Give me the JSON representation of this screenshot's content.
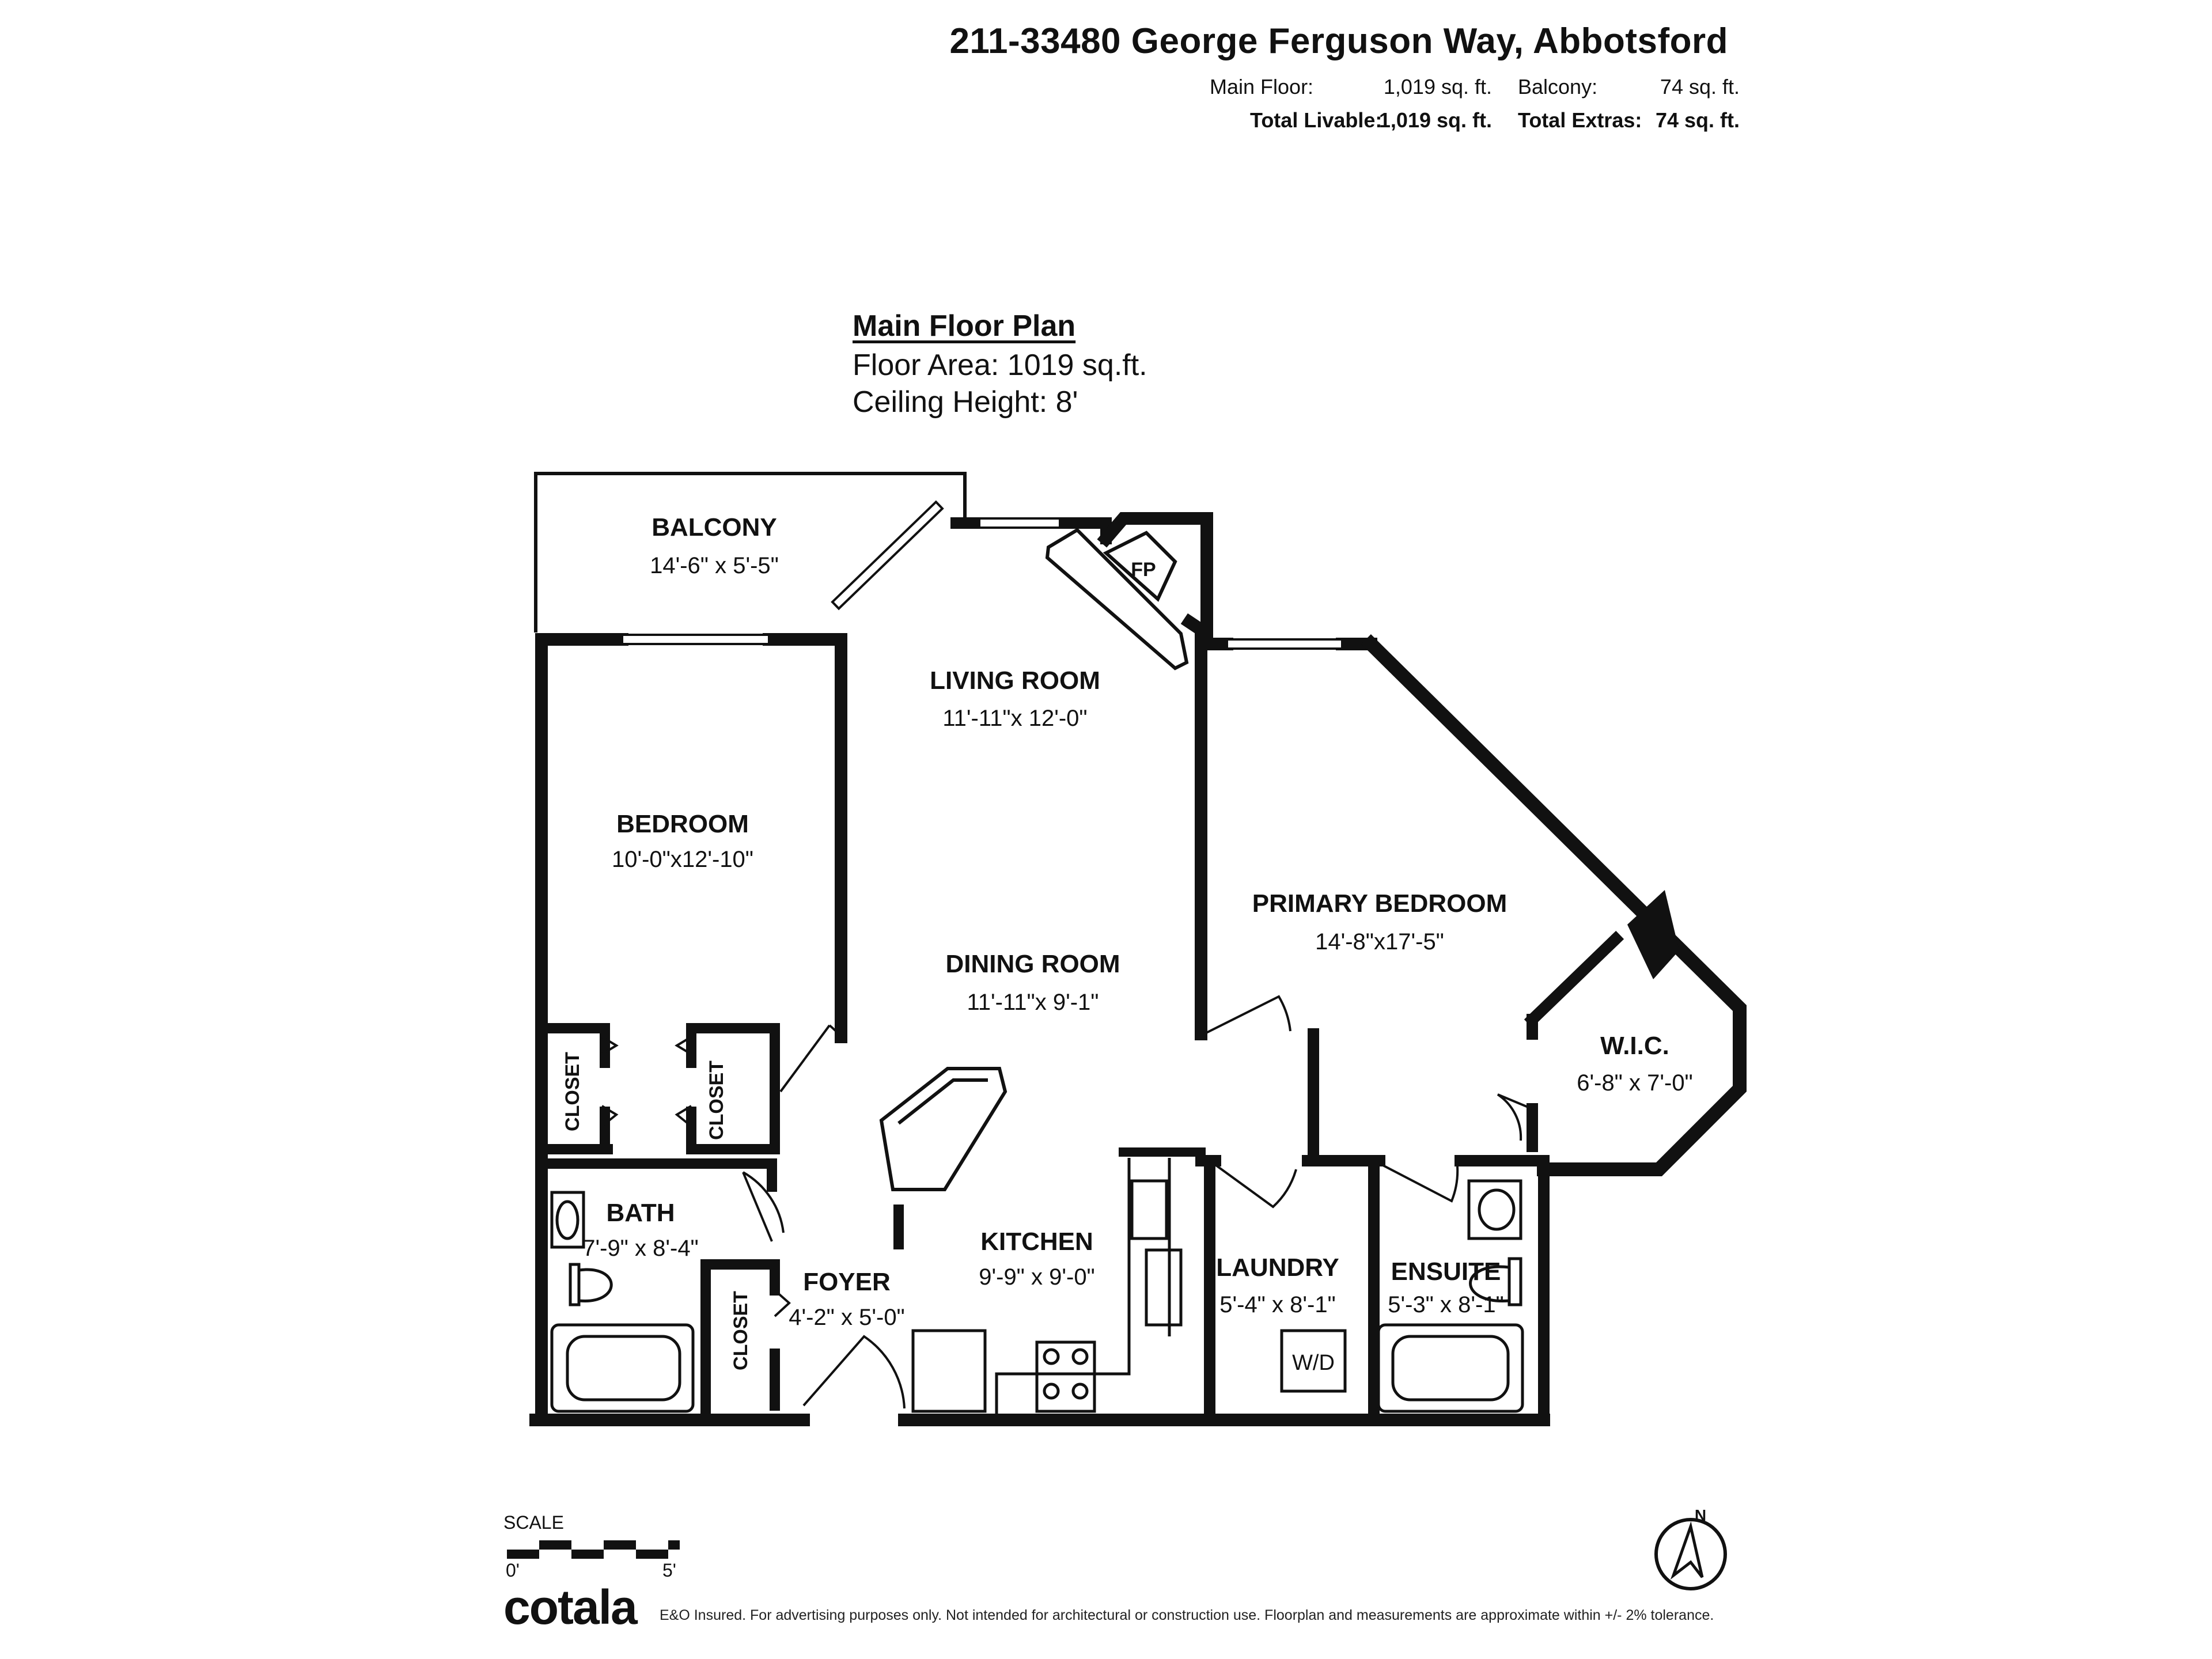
{
  "header": {
    "address": "211-33480 George Ferguson Way, Abbotsford",
    "main_floor_label": "Main Floor:",
    "main_floor_value": "1,019 sq. ft.",
    "balcony_label": "Balcony:",
    "balcony_value": "74 sq. ft.",
    "total_livable_label": "Total Livable:",
    "total_livable_value": "1,019 sq. ft.",
    "total_extras_label": "Total Extras:",
    "total_extras_value": "74 sq. ft."
  },
  "plan_info": {
    "title": "Main Floor Plan",
    "floor_area": "Floor Area: 1019 sq.ft.",
    "ceiling_height": "Ceiling Height: 8'"
  },
  "rooms": {
    "balcony": {
      "name": "BALCONY",
      "dim": "14'-6\" x 5'-5\""
    },
    "living_room": {
      "name": "LIVING ROOM",
      "dim": "11'-11\"x 12'-0\""
    },
    "bedroom": {
      "name": "BEDROOM",
      "dim": "10'-0\"x12'-10\""
    },
    "primary_bedroom": {
      "name": "PRIMARY BEDROOM",
      "dim": "14'-8\"x17'-5\""
    },
    "dining_room": {
      "name": "DINING ROOM",
      "dim": "11'-11\"x 9'-1\""
    },
    "wic": {
      "name": "W.I.C.",
      "dim": "6'-8\" x 7'-0\""
    },
    "bath": {
      "name": "BATH",
      "dim": "7'-9\" x 8'-4\""
    },
    "kitchen": {
      "name": "KITCHEN",
      "dim": "9'-9\" x 9'-0\""
    },
    "foyer": {
      "name": "FOYER",
      "dim": "4'-2\" x 5'-0\""
    },
    "laundry": {
      "name": "LAUNDRY",
      "dim": "5'-4\" x 8'-1\""
    },
    "ensuite": {
      "name": "ENSUITE",
      "dim": "5'-3\" x 8'-1\""
    }
  },
  "labels": {
    "fireplace": "FP",
    "closet": "CLOSET",
    "washer_dryer": "W/D",
    "north": "N"
  },
  "scale": {
    "label": "SCALE",
    "start": "0'",
    "end": "5'"
  },
  "footer": {
    "brand": "cotala",
    "disclaimer": "E&O Insured. For advertising purposes only. Not intended for architectural or construction use. Floorplan and measurements are approximate within +/- 2% tolerance."
  }
}
